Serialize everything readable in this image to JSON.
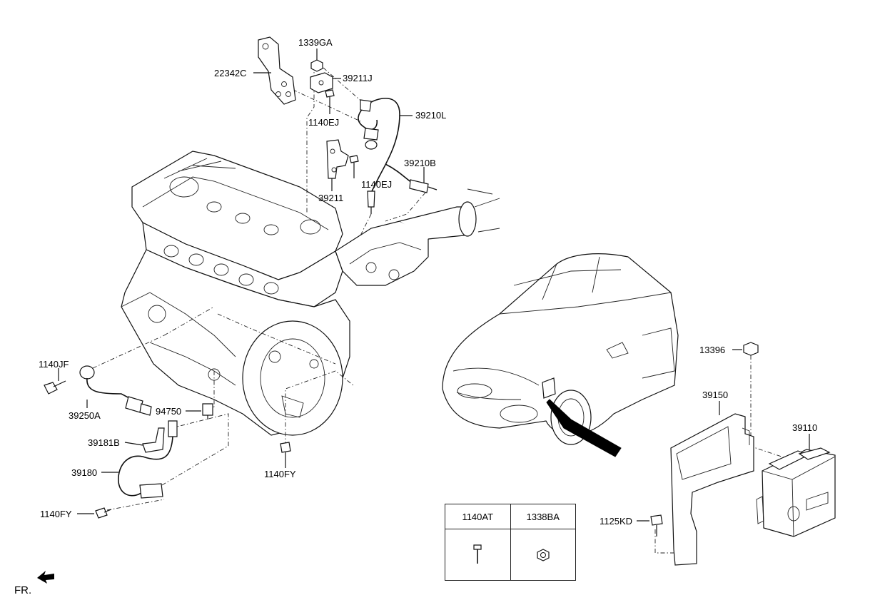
{
  "labels": {
    "l1339GA": "1339GA",
    "l22342C": "22342C",
    "l39211J": "39211J",
    "l1140EJ_a": "1140EJ",
    "l39210L": "39210L",
    "l39210B": "39210B",
    "l1140EJ_b": "1140EJ",
    "l39211": "39211",
    "l1140JF": "1140JF",
    "l39250A": "39250A",
    "l94750": "94750",
    "l39181B": "39181B",
    "l39180": "39180",
    "l1140FY_a": "1140FY",
    "l1140FY_b": "1140FY",
    "l13396": "13396",
    "l39150": "39150",
    "l39110": "39110",
    "l1125KD": "1125KD"
  },
  "table": {
    "col1": "1140AT",
    "col2": "1338BA"
  },
  "front_indicator": "FR."
}
